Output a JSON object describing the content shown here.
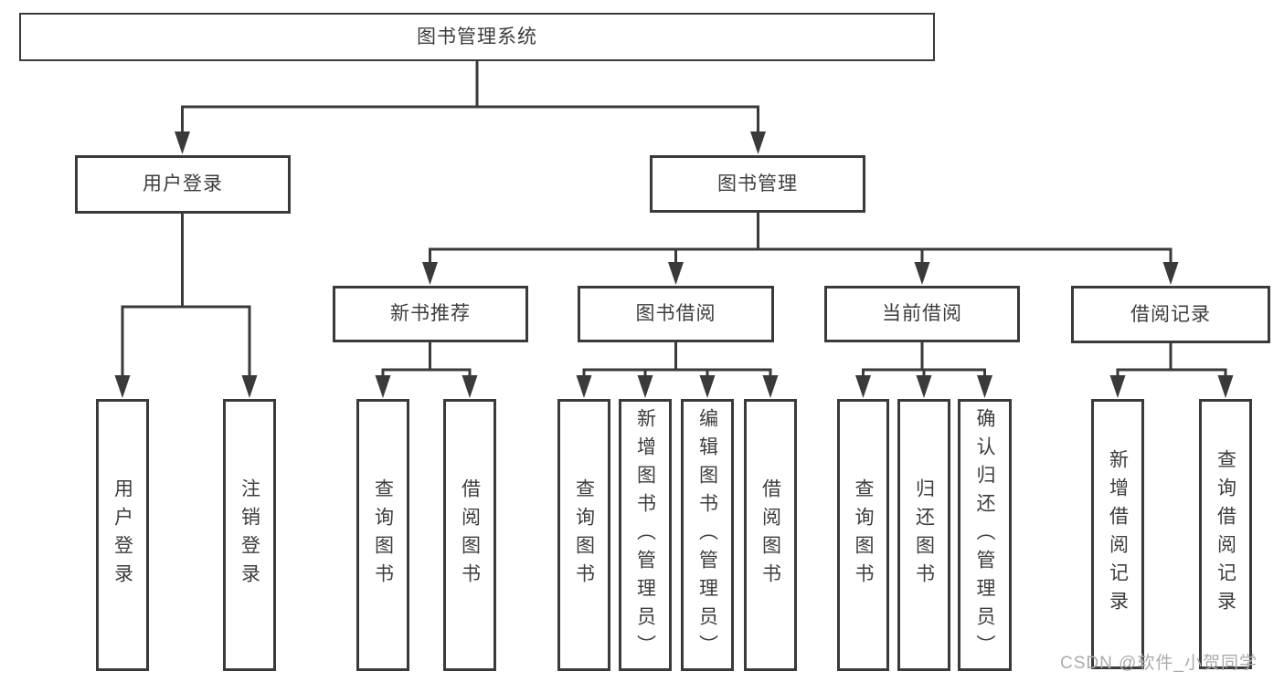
{
  "tree": {
    "root": {
      "label": "图书管理系统"
    },
    "user_login": {
      "label": "用户登录",
      "children": {
        "login": "用户登录",
        "logout": "注销登录"
      }
    },
    "book_mgmt": {
      "label": "图书管理",
      "children": {
        "new_books": {
          "label": "新书推荐",
          "children": {
            "query": "查询图书",
            "borrow": "借阅图书"
          }
        },
        "book_borrow": {
          "label": "图书借阅",
          "children": {
            "query": "查询图书",
            "add": "新增图书（管理员）",
            "edit": "编辑图书（管理员）",
            "borrow": "借阅图书"
          }
        },
        "current_borrow": {
          "label": "当前借阅",
          "children": {
            "query": "查询图书",
            "return": "归还图书",
            "confirm": "确认归还（管理员）"
          }
        },
        "borrow_records": {
          "label": "借阅记录",
          "children": {
            "add": "新增借阅记录",
            "query": "查询借阅记录"
          }
        }
      }
    }
  },
  "watermark": "CSDN @软件_小贺同学",
  "colors": {
    "line": "#3a3a3a",
    "text": "#3d3d3d",
    "watermark": "#ababab",
    "background": "#ffffff"
  }
}
